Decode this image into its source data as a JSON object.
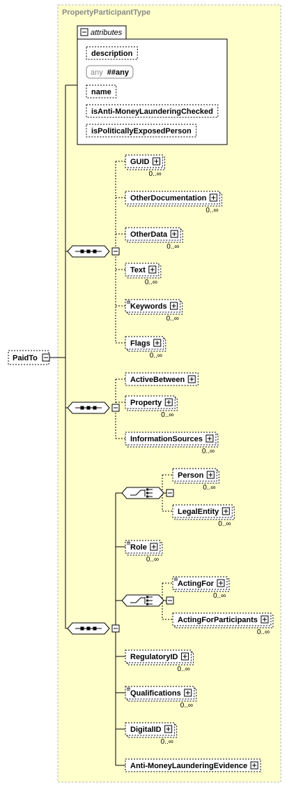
{
  "type_name": "PropertyParticipantType",
  "root": {
    "label": "PaidTo"
  },
  "attributes": {
    "title": "attributes",
    "items": [
      {
        "label": "description"
      },
      {
        "prefix": "any",
        "label": "##any"
      },
      {
        "label": "name"
      },
      {
        "label": "isAnti-MoneyLaunderingChecked"
      },
      {
        "label": "isPoliticallyExposedPerson"
      }
    ]
  },
  "seq1": [
    {
      "label": "GUID",
      "mult": "0..∞"
    },
    {
      "label": "OtherDocumentation",
      "mult": "0..∞"
    },
    {
      "label": "OtherData",
      "mult": "0..∞"
    },
    {
      "label": "Text",
      "mult": "0..∞"
    },
    {
      "label": "Keywords",
      "mult": "0..∞"
    },
    {
      "label": "Flags",
      "mult": "0..∞"
    }
  ],
  "seq2": [
    {
      "label": "ActiveBetween"
    },
    {
      "label": "Property",
      "mult": "0..∞"
    },
    {
      "label": "InformationSources",
      "mult": "0..∞"
    }
  ],
  "choice1": [
    {
      "label": "Person",
      "mult": "0..∞"
    },
    {
      "label": "LegalEntity",
      "mult": "0..∞"
    }
  ],
  "seq3_role": {
    "label": "Role",
    "mult": "0..∞"
  },
  "choice2": [
    {
      "label": "ActingFor",
      "mult": "0..∞"
    },
    {
      "label": "ActingForParticipants",
      "mult": "0..∞"
    }
  ],
  "seq3_rest": [
    {
      "label": "RegulatoryID",
      "mult": "0..∞"
    },
    {
      "label": "Qualifications",
      "mult": "0..∞"
    },
    {
      "label": "DigitalID",
      "mult": "0..∞"
    },
    {
      "label": "Anti-MoneyLaunderingEvidence"
    }
  ],
  "colors": {
    "type_fill": "#ffffcc",
    "type_border": "#b7b7b7",
    "line": "#000000"
  }
}
